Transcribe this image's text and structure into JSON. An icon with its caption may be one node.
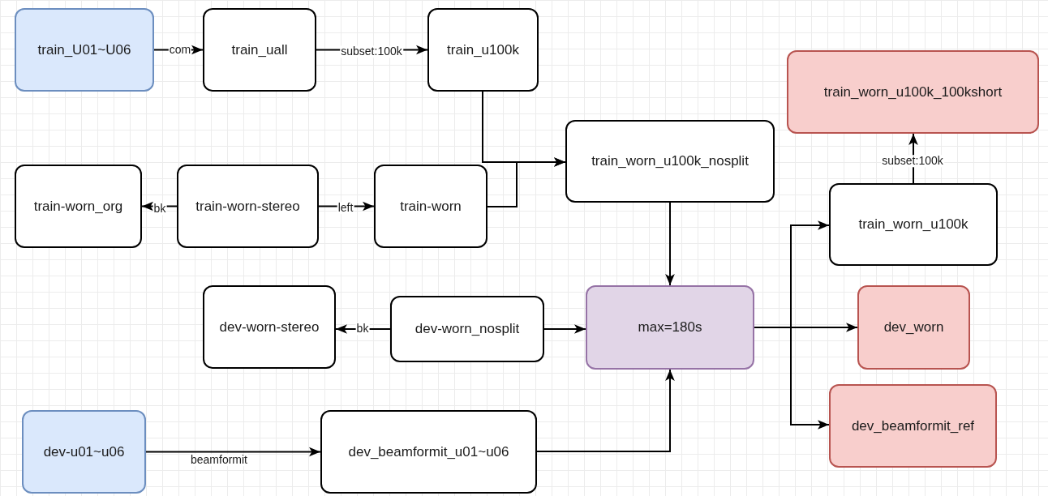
{
  "diagram": {
    "nodes": [
      {
        "text": [
          "train_U01~U06"
        ]
      },
      {
        "text": [
          "train_uall"
        ]
      },
      {
        "text": [
          "train_u100k"
        ]
      },
      {
        "text": [
          "train_worn_u100k_nosplit"
        ]
      },
      {
        "text": [
          "train-worn_org"
        ]
      },
      {
        "text": [
          "train-worn-stereo"
        ]
      },
      {
        "text": [
          "train-worn"
        ]
      },
      {
        "text": [
          "train_worn_u100k_100kshort"
        ]
      },
      {
        "text": [
          "train_worn_u100k"
        ]
      },
      {
        "text": [
          "dev-worn-stereo"
        ]
      },
      {
        "text": [
          "dev-worn_nosplit"
        ]
      },
      {
        "text": [
          "max=180s"
        ]
      },
      {
        "text": [
          "dev_worn"
        ]
      },
      {
        "text": [
          "dev-u01~u06"
        ]
      },
      {
        "text": [
          "dev_beamformit_u01~u06"
        ]
      },
      {
        "text": [
          "dev_beamformit_ref"
        ]
      }
    ],
    "edges": [
      {
        "from": 0,
        "to": 1,
        "arrow": "to",
        "label": "com"
      },
      {
        "from": 1,
        "to": 2,
        "arrow": "to",
        "label": "subset:100k"
      },
      {
        "from": 2,
        "to": 3,
        "arrow": "to"
      },
      {
        "from": 6,
        "to": 3,
        "arrow": "to"
      },
      {
        "from": 5,
        "to": 4,
        "arrow": "to",
        "label": "bk"
      },
      {
        "from": 5,
        "to": 6,
        "arrow": "to",
        "label": "left"
      },
      {
        "from": 3,
        "to": 11,
        "arrow": "to"
      },
      {
        "from": 10,
        "to": 9,
        "arrow": "to",
        "label": "bk"
      },
      {
        "from": 10,
        "to": 11,
        "arrow": "to"
      },
      {
        "from": 13,
        "to": 14,
        "arrow": "to",
        "label": "beamformit"
      },
      {
        "from": 14,
        "to": 11,
        "arrow": "to"
      },
      {
        "from": 11,
        "to": 8,
        "arrow": "to"
      },
      {
        "from": 11,
        "to": 12,
        "arrow": "to"
      },
      {
        "from": 11,
        "to": 15,
        "arrow": "to"
      },
      {
        "from": 8,
        "to": 7,
        "arrow": "to",
        "label": "subset:100k"
      }
    ]
  }
}
